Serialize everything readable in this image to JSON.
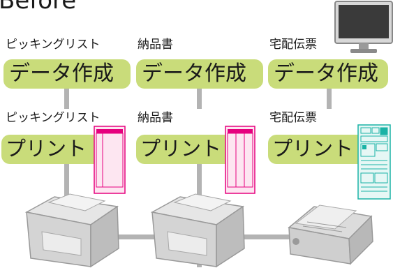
{
  "heading": "Before",
  "columns": [
    {
      "top_label": "ピッキングリスト",
      "top_action": "データ作成",
      "bottom_label": "ピッキングリスト",
      "bottom_action": "プリント"
    },
    {
      "top_label": "納品書",
      "top_action": "データ作成",
      "bottom_label": "納品書",
      "bottom_action": "プリント"
    },
    {
      "top_label": "宅配伝票",
      "top_action": "データ作成",
      "bottom_label": "宅配伝票",
      "bottom_action": "プリント"
    }
  ],
  "colors": {
    "pill_green": "#c9dc7a",
    "connector_gray": "#b3b3b3",
    "form_magenta": "#e6007e",
    "form_teal": "#1ab3a6"
  },
  "icons": [
    "monitor-icon",
    "laser-printer-icon",
    "dot-matrix-printer-icon",
    "picking-list-form-icon",
    "delivery-note-form-icon",
    "shipping-slip-form-icon"
  ]
}
